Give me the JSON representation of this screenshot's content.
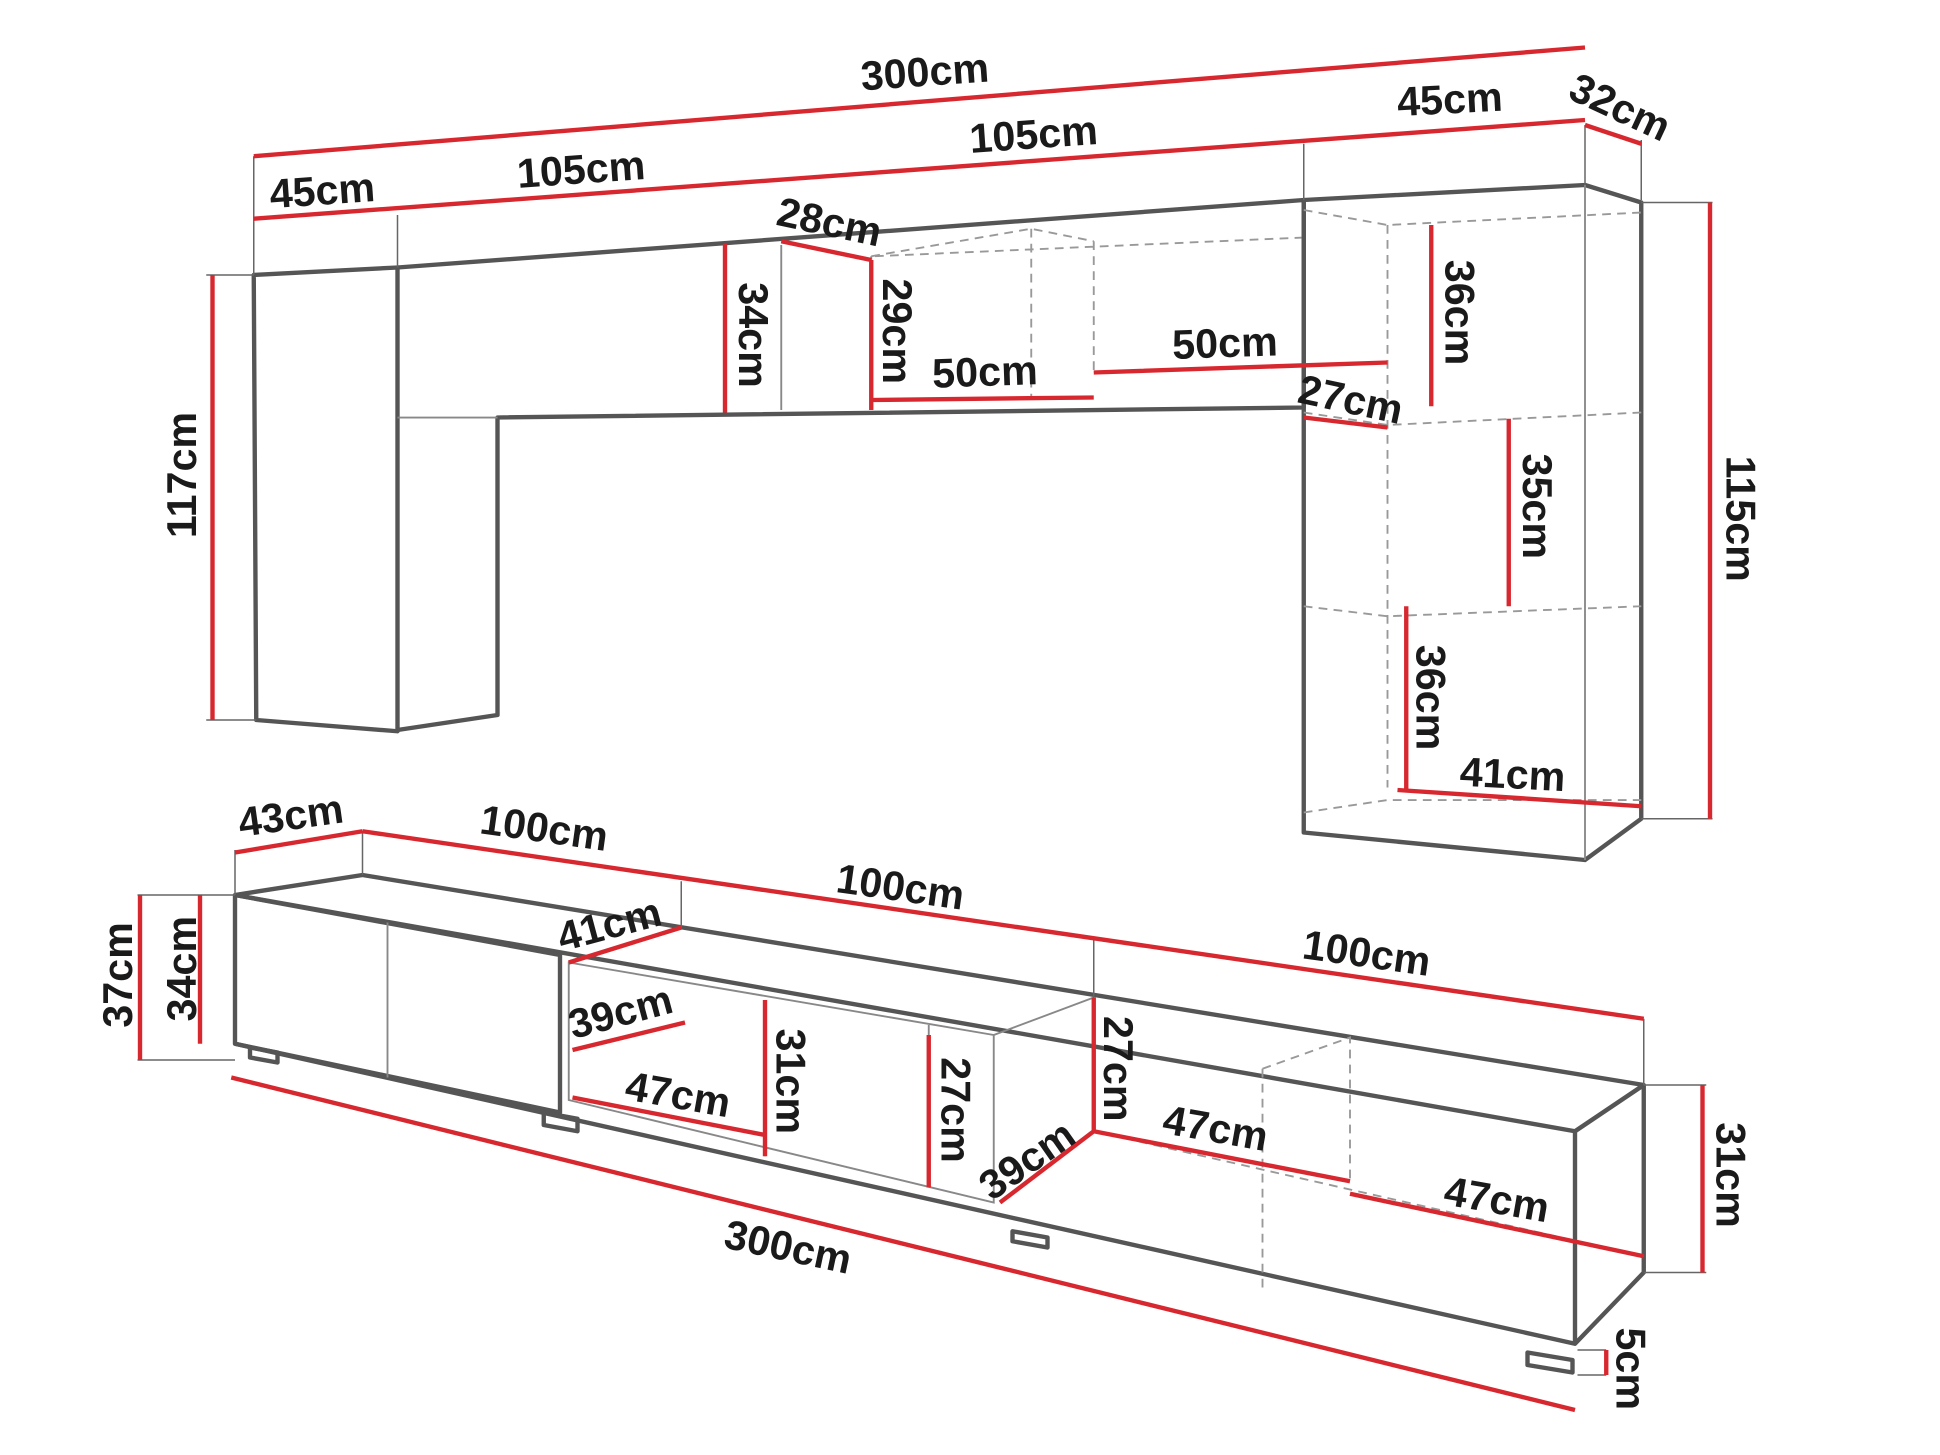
{
  "title": "Wall unit and TV cabinet set dimensions",
  "colors": {
    "dimension_line": "#d8282f",
    "outline": "#555555"
  },
  "dims": [
    "300cm",
    "45cm",
    "32cm",
    "45cm",
    "105cm",
    "105cm",
    "28cm",
    "34cm",
    "29cm",
    "50cm",
    "50cm",
    "36cm",
    "27cm",
    "117cm",
    "115cm",
    "35cm",
    "36cm",
    "41cm",
    "43cm",
    "100cm",
    "100cm",
    "100cm",
    "41cm",
    "37cm",
    "34cm",
    "39cm",
    "31cm",
    "27cm",
    "47cm",
    "27cm",
    "47cm",
    "39cm",
    "47cm",
    "31cm",
    "300cm",
    "5cm"
  ]
}
